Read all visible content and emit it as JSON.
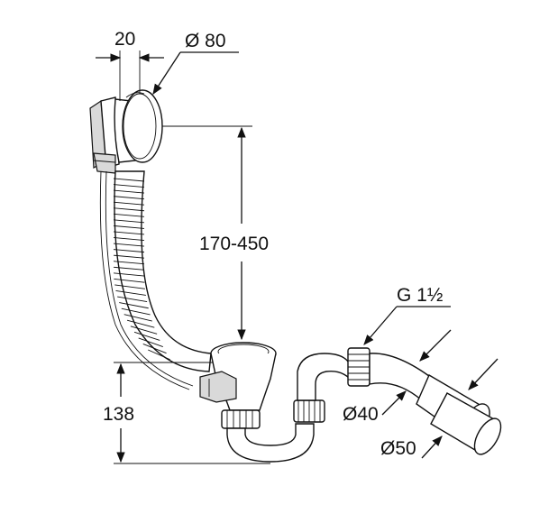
{
  "dimensions": {
    "stem_width": "20",
    "overflow_diameter": "Ø 80",
    "height_range": "170-450",
    "waste_height": "138",
    "thread": "G 1½",
    "pipe_small": "Ø40",
    "pipe_large": "Ø50"
  },
  "colors": {
    "line": "#111111",
    "shade": "#d9d9d9",
    "background": "#ffffff"
  }
}
